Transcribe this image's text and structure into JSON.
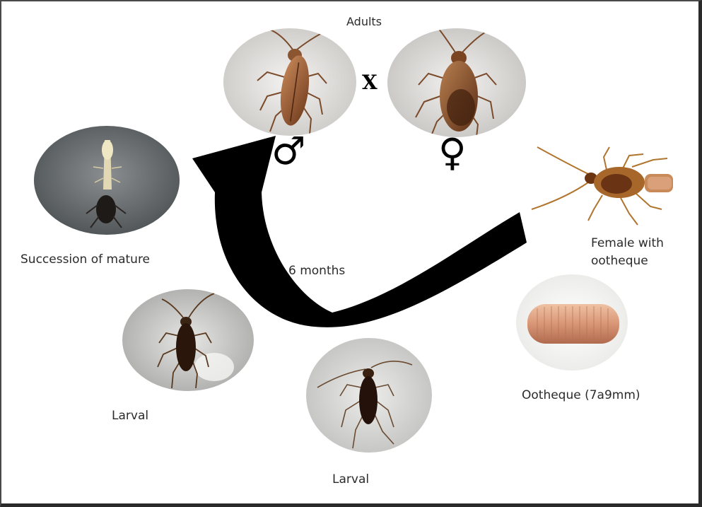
{
  "labels": {
    "adults": "Adults",
    "cross": "X",
    "male_symbol": "♂",
    "female_symbol": "♀",
    "duration": "6 months",
    "female_with": "Female with",
    "ootheque_word": "ootheque",
    "ootheque": "Ootheque (7a9mm)",
    "mature": "Succession of mature",
    "larval_left": "Larval",
    "larval_bottom": "Larval"
  }
}
